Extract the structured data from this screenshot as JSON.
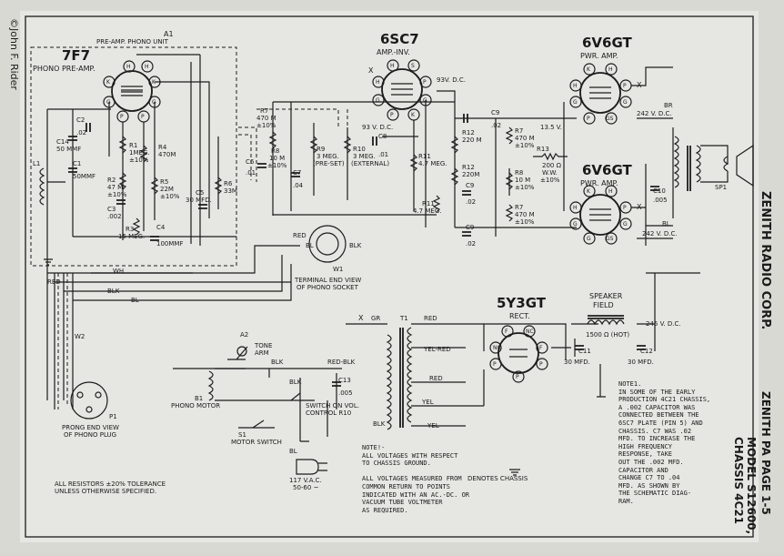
{
  "copyright": "©John F. Rider",
  "company": "ZENITH RADIO CORP.",
  "page_ref": "ZENITH PA PAGE 1-5",
  "model": "MODEL S12600,",
  "chassis": "CHASSIS 4C21",
  "tubes": {
    "t7f7": {
      "name": "7F7",
      "sub": "PHONO PRE-AMP."
    },
    "t6sc7": {
      "name": "6SC7",
      "sub": "AMP.-INV."
    },
    "t6v6a": {
      "name": "6V6GT",
      "sub": "PWR. AMP."
    },
    "t6v6b": {
      "name": "6V6GT",
      "sub": "PWR. AMP."
    },
    "t5y3": {
      "name": "5Y3GT",
      "sub": "RECT."
    }
  },
  "labels": {
    "a1": "A1",
    "preamp_unit": "PRE-AMP. PHONO UNIT",
    "l1": "L1",
    "c14": "C14",
    "c14v": "50 MMF",
    "c1": "C1",
    "c1v": "50MMF",
    "c2": "C2",
    "c2v": ".02",
    "r1": "R1",
    "r1v": "1MEG.",
    "r1t": "±10%",
    "r2": "R2",
    "r2v": "47 M",
    "r2t": "±10%",
    "r3": "R3",
    "r3v": "15 MEG.",
    "r4": "R4",
    "r4v": "470M",
    "r5": "R5",
    "r5v": "22M",
    "r5t": "±10%",
    "r6": "R6",
    "r6v": "33M",
    "c3": "C3",
    "c3v": ".002",
    "c4": "C4",
    "c4v": "100MMF",
    "c5": "C5",
    "c5v": "30 MFD.",
    "r7": "R7",
    "r7v": "470 M",
    "r7t": "±10%",
    "r8": "R8",
    "r8v": "10 M",
    "r8t": "±10%",
    "c6": "C6",
    "c6v": ".01",
    "c7": "C7",
    "c7v": ".04",
    "r9": "R9",
    "r9v": "3 MEG.",
    "r9n": "(PRE-SET)",
    "r10": "R10",
    "r10v": "3 MEG.",
    "r10n": "(EXTERNAL)",
    "c8": "C8",
    "c8v": ".01",
    "v93a": "93V. D.C.",
    "v93b": "93 V. D.C.",
    "r11": "R11",
    "r11v": "4.7 MEG.",
    "r11b": "R11",
    "r11bv": "4.7 MEG.",
    "c9": "C9",
    "c9v": ".02",
    "r12a": "R12",
    "r12av": "220 M",
    "r12b": "R12",
    "r12bv": "220M",
    "c9b": "C9",
    "c9bv": ".02",
    "c9c": "C9",
    "c9cv": ".02",
    "r7b": "R7",
    "r7bv": "470 M",
    "r7bt": "±10%",
    "r8b": "R8",
    "r8bv": "10 M",
    "r8bt": "±10%",
    "r7c": "R7",
    "r7cv": "470 M",
    "r7ct": "±10%",
    "r13": "R13",
    "r13v": "200 Ω",
    "r13w": "W.W.",
    "r13t": "±10%",
    "v135": "13.5 V.",
    "v242a": "242 V. D.C.",
    "v242b": "242 V. D.C.",
    "c10": "C10",
    "c10v": ".005",
    "br": "BR",
    "bl": "BL",
    "sp1": "SP1",
    "wiring_red": "RED",
    "wiring_bl": "BL",
    "wiring_blk": "BLK",
    "w1": "W1",
    "socket_view": "TERMINAL END VIEW",
    "socket_view2": "OF PHONO SOCKET",
    "red": "RED",
    "wh": "WH",
    "blk": "BLK",
    "bl2": "BL",
    "w2": "W2",
    "plug_view": "PRONG END VIEW",
    "plug_view2": "OF PHONO PLUG",
    "p1": "P1",
    "a2": "A2",
    "tone_arm": "TONE",
    "tone_arm2": "ARM",
    "b1": "B1",
    "phono_motor": "PHONO MOTOR",
    "blk2": "BLK",
    "red_blk": "RED-BLK",
    "c13": "C13",
    "c13v": ".005",
    "sw_vol": "SWITCH ON VOL.",
    "sw_vol2": "CONTROL R10",
    "s1": "S1",
    "motor_switch": "MOTOR SWITCH",
    "bl3": "BL",
    "mains": "117 V.A.C.",
    "mains2": "50-60 ~",
    "t1": "T1",
    "gr": "GR",
    "x": "X",
    "t_red": "RED",
    "yel_red": "YEL-RED",
    "t_red2": "RED",
    "t_yel": "YEL",
    "t_yel2": "YEL",
    "t_blk": "BLK",
    "speaker_field": "SPEAKER",
    "speaker_field2": "FIELD",
    "field_r": "1500 Ω (HOT)",
    "v245": "245 V. D.C.",
    "c11": "C11",
    "c11v": "30 MFD.",
    "c12": "C12",
    "c12v": "30 MFD.",
    "tol1": "ALL RESISTORS ±20% TOLERANCE",
    "tol2": "UNLESS OTHERWISE SPECIFIED.",
    "denotes": "DENOTES CHASSIS"
  },
  "note_volt": [
    "NOTE!-",
    "ALL VOLTAGES WITH RESPECT",
    "TO CHASSIS GROUND.",
    "",
    "ALL VOLTAGES MEASURED FROM",
    "COMMON RETURN TO POINTS",
    "INDICATED WITH AN AC.-DC. OR",
    "VACUUM TUBE VOLTMETER",
    "AS REQUIRED."
  ],
  "note1": [
    "NOTE1.",
    "IN SOME OF THE EARLY",
    "PRODUCTION 4C21 CHASSIS,",
    "A .002 CAPACITOR WAS",
    "CONNECTED BETWEEN THE",
    "6SC7 PLATE (PIN 5) AND",
    "CHASSIS. C7 WAS .02",
    "MFD. TO INCREASE THE",
    "HIGH FREQUENCY",
    "RESPONSE, TAKE",
    "OUT THE .002 MFD.",
    "CAPACITOR AND",
    "CHANGE C7 TO .04",
    "MFD. AS SHOWN BY",
    "THE SCHEMATIC DIAG-",
    "RAM."
  ]
}
